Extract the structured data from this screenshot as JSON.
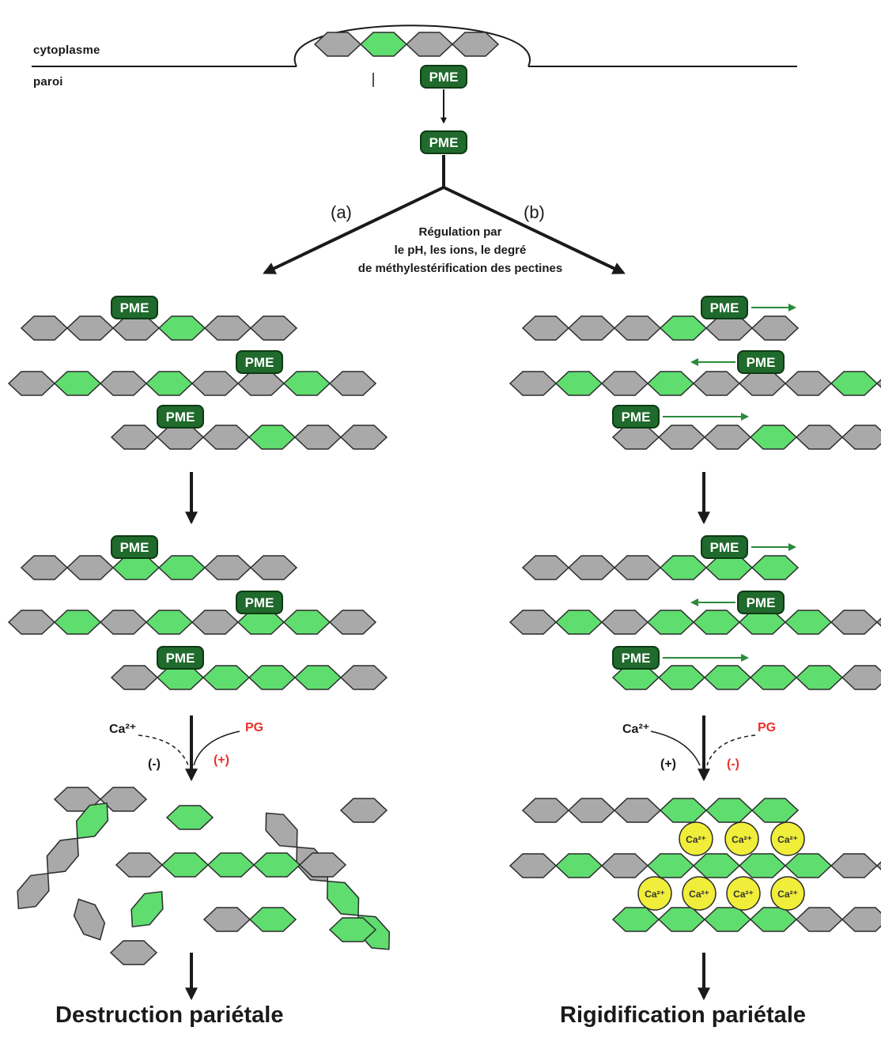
{
  "labels": {
    "cytoplasm": "cytoplasme",
    "wall": "paroi",
    "branch_a": "(a)",
    "branch_b": "(b)",
    "regulation_line1": "Régulation par",
    "regulation_line2": "le pH, les ions, le degré",
    "regulation_line3": "de méthylestérification des pectines",
    "enzyme": "PME",
    "calcium": "Ca²⁺",
    "calcium_bead": "Ca²⁺",
    "pg": "PG",
    "minus": "(-)",
    "plus": "(+)",
    "outcome_a": "Destruction pariétale",
    "outcome_b": "Rigidification pariétale"
  },
  "colors": {
    "demethylated_unit": "#5fdd6f",
    "methylated_unit": "#a9a9a9",
    "enzyme_box": "#1f6a2c",
    "calcium_bead": "#f0ee3a",
    "pg_text": "#e8322b",
    "line": "#1a1a1a"
  }
}
